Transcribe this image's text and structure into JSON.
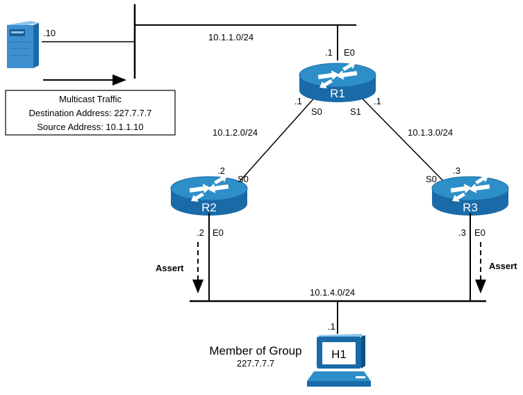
{
  "server": {
    "addr": ".10"
  },
  "networks": {
    "top": "10.1.1.0/24",
    "r1_r2": "10.1.2.0/24",
    "r1_r3": "10.1.3.0/24",
    "bottom": "10.1.4.0/24"
  },
  "info_box": {
    "line1": "Multicast Traffic",
    "line2": "Destination Address: 227.7.7.7",
    "line3": "Source Address: 10.1.1.10"
  },
  "routers": {
    "r1": {
      "name": "R1",
      "e0_addr": ".1",
      "e0": "E0",
      "s0_addr": ".1",
      "s0": "S0",
      "s1_addr": ".1",
      "s1": "S1"
    },
    "r2": {
      "name": "R2",
      "s0_addr": ".2",
      "s0": "S0",
      "e0_addr": ".2",
      "e0": "E0"
    },
    "r3": {
      "name": "R3",
      "s0": "S0",
      "s0_addr": ".3",
      "e0_addr": ".3",
      "e0": "E0"
    }
  },
  "assert_label": "Assert",
  "host": {
    "name": "H1",
    "addr": ".1",
    "member_label": "Member of Group",
    "group": "227.7.7.7"
  },
  "colors": {
    "router_top": "#2e8fc8",
    "router_body": "#1a6aa8",
    "server": "#3d8fd0",
    "host": "#1a6aa8"
  }
}
